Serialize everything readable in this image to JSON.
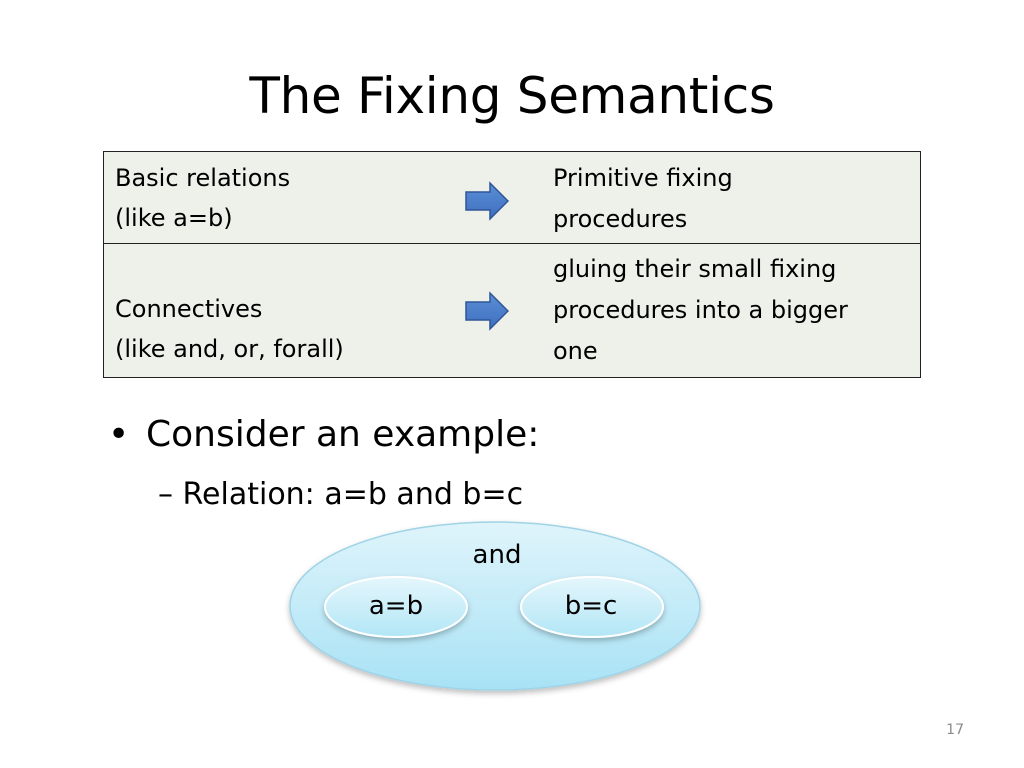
{
  "slide": {
    "title": "The Fixing Semantics",
    "table": {
      "rows": [
        {
          "left_line1": "Basic relations",
          "left_line2": "(like a=b)",
          "right_line1": "Primitive fixing",
          "right_line2": "procedures",
          "right_line3": ""
        },
        {
          "left_line1": "Connectives",
          "left_line2": "(like and, or, forall)",
          "right_line1": "gluing their small fixing",
          "right_line2": "procedures into a bigger",
          "right_line3": "one"
        }
      ],
      "arrow_icon": "right-arrow-icon",
      "arrow_color": "#4a7bc8"
    },
    "bullets": {
      "main": "Consider an example:",
      "sub": "Relation: a=b and b=c"
    },
    "diagram": {
      "outer_label": "and",
      "inner_left_label": "a=b",
      "inner_right_label": "b=c",
      "fill_color": "#bfe9f7"
    },
    "slide_number": "17"
  }
}
